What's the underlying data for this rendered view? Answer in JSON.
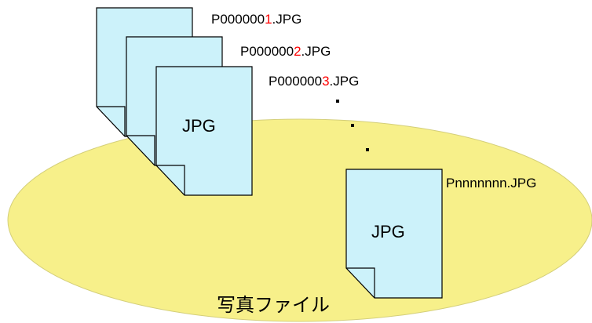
{
  "region": {
    "label": "写真ファイル",
    "fill_color": "#f7f08a",
    "stroke_color": "#d4cf7a"
  },
  "documents": {
    "fill_color": "#ccf2fa",
    "stroke_color": "#000000",
    "stack_icon_label": "JPG",
    "last_icon_label": "JPG"
  },
  "files": [
    {
      "prefix": "P000000",
      "highlight": "1",
      "suffix": ".JPG"
    },
    {
      "prefix": "P000000",
      "highlight": "2",
      "suffix": ".JPG"
    },
    {
      "prefix": "P000000",
      "highlight": "3",
      "suffix": ".JPG"
    }
  ],
  "last_file": {
    "name": "Pnnnnnnn.JPG"
  },
  "highlight_color": "#ff0000"
}
